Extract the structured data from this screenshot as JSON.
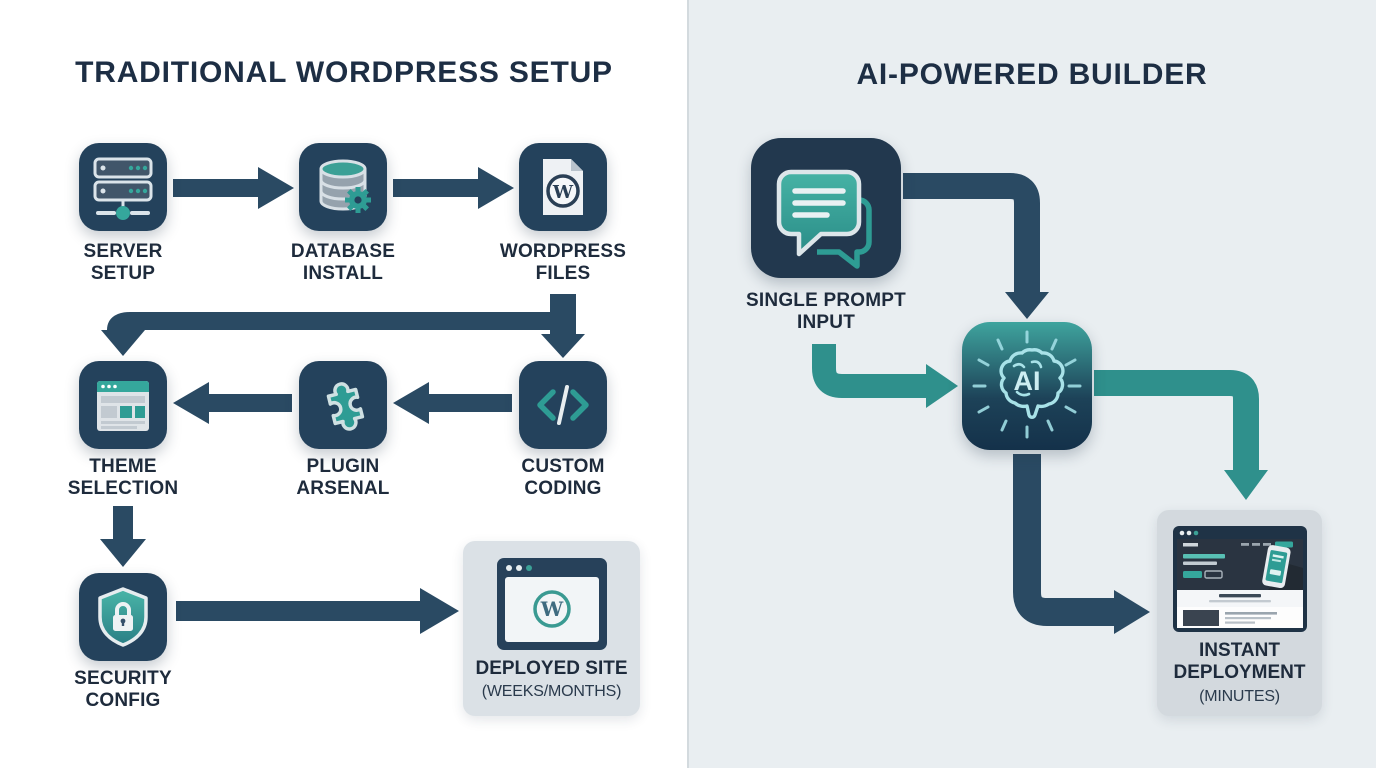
{
  "left_panel": {
    "title": "TRADITIONAL WORDPRESS SETUP",
    "steps": {
      "server": {
        "label": "SERVER\nSETUP"
      },
      "database": {
        "label": "DATABASE\nINSTALL"
      },
      "wordpress": {
        "label": "WORDPRESS\nFILES"
      },
      "theme": {
        "label": "THEME\nSELECTION"
      },
      "plugin": {
        "label": "PLUGIN\nARSENAL"
      },
      "coding": {
        "label": "CUSTOM\nCODING"
      },
      "security": {
        "label": "SECURITY\nCONFIG"
      }
    },
    "result_card": {
      "title": "DEPLOYED SITE",
      "subtitle": "(WEEKS/MONTHS)"
    }
  },
  "right_panel": {
    "title": "AI-POWERED BUILDER",
    "steps": {
      "prompt": {
        "label": "SINGLE PROMPT\nINPUT"
      },
      "ai": {
        "badge": "AI"
      }
    },
    "result_card": {
      "title": "INSTANT\nDEPLOYMENT",
      "subtitle": "(MINUTES)"
    }
  },
  "colors": {
    "navy_tile": "#24425c",
    "arrow_navy": "#2a4a63",
    "teal": "#2e9c94",
    "arrow_teal": "#2f908c",
    "title_text": "#1d2e44",
    "label_text": "#1e2b3c",
    "left_bg": "#ffffff",
    "right_bg": "#e9eef1",
    "card_gray": "#d6dce1"
  }
}
